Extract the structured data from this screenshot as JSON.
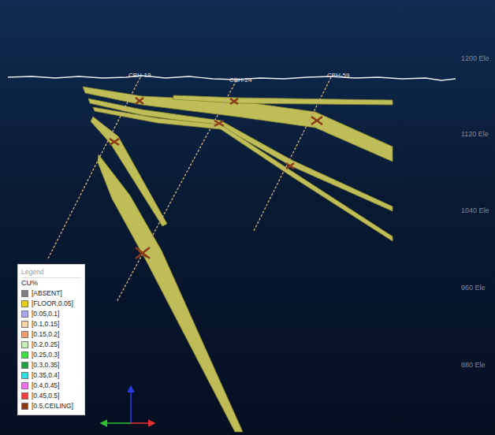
{
  "diagram": {
    "labels": [
      "CBH-19",
      "CBH-24",
      "CBH-59",
      "1200 Ele",
      "1120 Ele",
      "1040 Ele",
      "960 Ele",
      "880 Ele",
      "Legend",
      "CU%"
    ],
    "legend": [
      {
        "text": "[ABSENT]",
        "color": "#808080"
      },
      {
        "text": "[FLOOR,0.05]",
        "color": "#e6d21a"
      },
      {
        "text": "[0.05,0.1]",
        "color": "#a9a9f0"
      },
      {
        "text": "[0.1,0.15]",
        "color": "#f5d2a8"
      },
      {
        "text": "[0.15,0.2]",
        "color": "#f0a070"
      },
      {
        "text": "[0.2,0.25]",
        "color": "#c8f0c0"
      },
      {
        "text": "[0.25,0.3]",
        "color": "#40e040"
      },
      {
        "text": "[0.3,0.35]",
        "color": "#20a040"
      },
      {
        "text": "[0.35,0.4]",
        "color": "#30e0e0"
      },
      {
        "text": "[0.4,0.45]",
        "color": "#f070f0"
      },
      {
        "text": "[0.45,0.5]",
        "color": "#f04040"
      },
      {
        "text": "[0.5,CEILING]",
        "color": "#8b3a1a"
      }
    ]
  }
}
